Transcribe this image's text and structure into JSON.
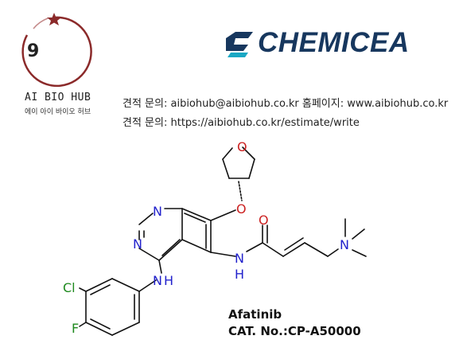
{
  "brand": {
    "badge_number": "9",
    "name_en": "AI BIO HUB",
    "name_ko": "에이 아이 바이오 허브",
    "ring_color": "#8b2a2a",
    "star_color": "#8b2a2a"
  },
  "partner": {
    "name": "CHEMICEA",
    "color": "#17375e",
    "icon": "chemicea-logo-icon"
  },
  "contact": {
    "line1": "견적 문의: aibiohub@aibiohub.co.kr   홈페이지: www.aibiohub.co.kr",
    "line2": "견적 문의: https://aibiohub.co.kr/estimate/write"
  },
  "structure": {
    "atoms": {
      "n_quinazoline_top": "N",
      "n_quinazoline_left": "N",
      "o_ether": "O",
      "o_ring": "O",
      "o_carbonyl": "O",
      "n_amide": "N",
      "h_amide": "H",
      "n_aniline": "N",
      "h_aniline": "H",
      "n_dimethyl": "N",
      "cl": "Cl",
      "f": "F"
    },
    "hetero_color": "#2222cc",
    "halogen_color": "#1f8a1f",
    "oxygen_color": "#cc2222"
  },
  "product": {
    "name": "Afatinib",
    "cat": "CAT. No.:CP-A50000"
  }
}
